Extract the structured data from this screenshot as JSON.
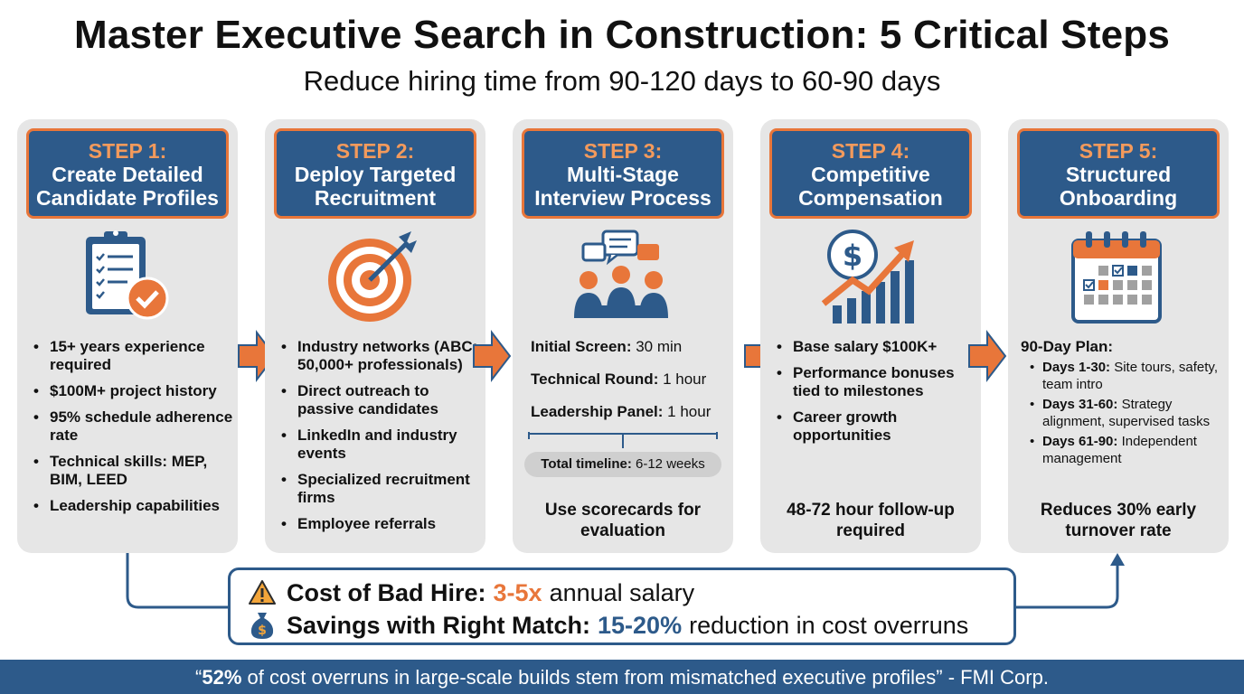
{
  "title": "Master Executive Search in Construction: 5 Critical Steps",
  "subtitle": "Reduce hiring time from 90-120 days to 60-90 days",
  "colors": {
    "navy": "#2d5a8a",
    "orange": "#e8763a",
    "card_bg": "#e6e6e6",
    "banner_bg": "#2d5a8a"
  },
  "steps": [
    {
      "step": "STEP 1:",
      "name_line1": "Create Detailed",
      "name_line2": "Candidate Profiles",
      "icon": "clipboard-check-icon",
      "bullets": [
        "15+ years experience required",
        "$100M+ project history",
        "95% schedule adherence rate",
        "Technical skills: MEP, BIM, LEED",
        "Leadership capabilities"
      ]
    },
    {
      "step": "STEP 2:",
      "name_line1": "Deploy Targeted",
      "name_line2": "Recruitment",
      "icon": "target-icon",
      "bullets": [
        "Industry networks (ABC: 50,000+ professionals)",
        "Direct outreach to passive candidates",
        "LinkedIn and industry events",
        "Specialized recruitment firms",
        "Employee referrals"
      ]
    },
    {
      "step": "STEP 3:",
      "name_line1": "Multi-Stage",
      "name_line2": "Interview Process",
      "icon": "interview-icon",
      "rounds": [
        {
          "label": "Initial Screen:",
          "value": "30 min"
        },
        {
          "label": "Technical Round:",
          "value": "1 hour"
        },
        {
          "label": "Leadership Panel:",
          "value": "1 hour"
        }
      ],
      "timeline_label": "Total timeline:",
      "timeline_value": "6-12 weeks",
      "footer": "Use scorecards for evaluation"
    },
    {
      "step": "STEP 4:",
      "name_line1": "Competitive",
      "name_line2": "Compensation",
      "icon": "salary-growth-icon",
      "bullets": [
        "Base salary $100K+",
        "Performance bonuses tied to milestones",
        "Career growth opportunities"
      ],
      "footer": "48-72 hour follow-up required"
    },
    {
      "step": "STEP 5:",
      "name_line1": "Structured",
      "name_line2": "Onboarding",
      "icon": "calendar-icon",
      "plan_title": "90-Day Plan:",
      "plan": [
        {
          "label": "Days 1-30:",
          "text": "Site tours, safety, team intro"
        },
        {
          "label": "Days 31-60:",
          "text": "Strategy alignment, supervised tasks"
        },
        {
          "label": "Days 61-90:",
          "text": "Independent management"
        }
      ],
      "footer": "Reduces 30% early turnover rate"
    }
  ],
  "cost": {
    "bad_hire_label": "Cost of Bad Hire:",
    "bad_hire_value": "3-5x",
    "bad_hire_rest": "annual salary",
    "bad_hire_color": "#e8763a",
    "savings_label": "Savings with Right Match:",
    "savings_value": "15-20%",
    "savings_rest": "reduction in cost overruns",
    "savings_color": "#2d5a8a"
  },
  "quote": {
    "open": "“",
    "stat": "52%",
    "text": " of cost overruns in large-scale builds stem from mismatched executive profiles” - FMI Corp."
  }
}
